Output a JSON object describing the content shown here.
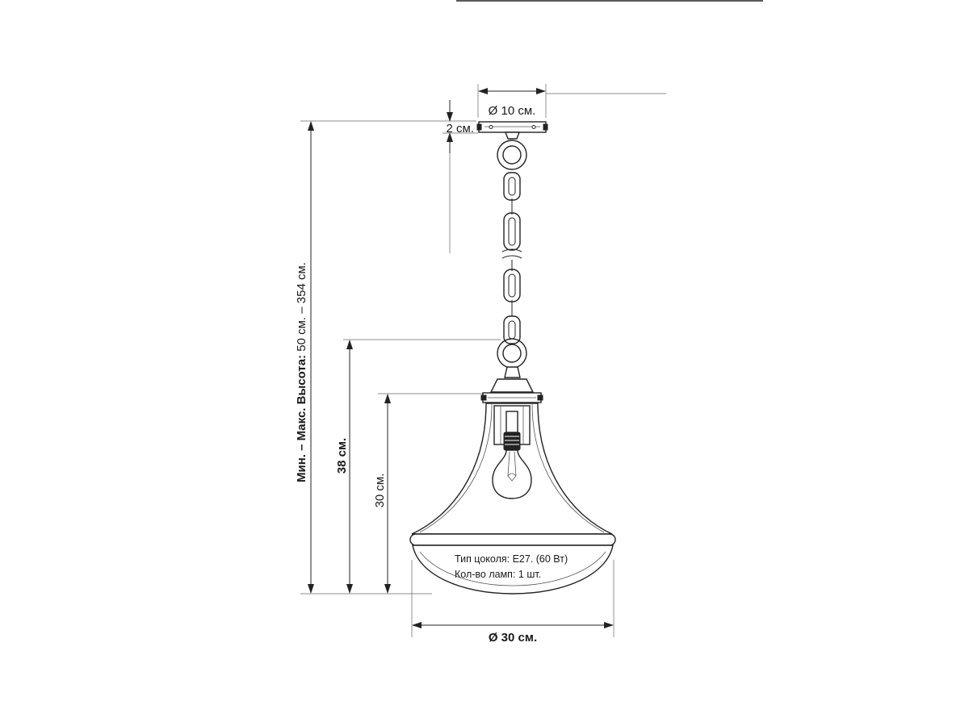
{
  "dimensions": {
    "mount_diameter": "Ø 10 см.",
    "mount_height": "2 см.",
    "height_range_label": "Мин. – Макс. Высота:",
    "height_range_value": " 50 см. – 354 см.",
    "lamp_height": "38 см.",
    "shade_height": "30 см.",
    "shade_diameter": "Ø 30 см."
  },
  "specs": {
    "socket_type": "Тип цоколя: E27. (60 Вт)",
    "lamp_count": "Кол-во ламп: 1 шт."
  }
}
